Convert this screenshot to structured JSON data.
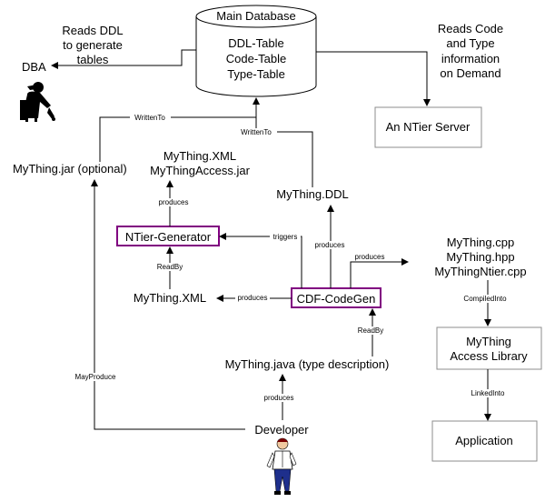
{
  "diagram": {
    "database": {
      "title": "Main Database",
      "tables": [
        "DDL-Table",
        "Code-Table",
        "Type-Table"
      ]
    },
    "dba": {
      "label": "DBA",
      "note_lines": [
        "Reads DDL",
        "to generate",
        "tables"
      ]
    },
    "server": {
      "label": "An NTier Server",
      "note_lines": [
        "Reads Code",
        "and Type",
        "information",
        "on Demand"
      ]
    },
    "nodes": {
      "jar": "MyThing.jar (optional)",
      "generator_outputs": [
        "MyThing.XML",
        "MyThingAccess.jar"
      ],
      "ddl": "MyThing.DDL",
      "ntier_generator": "NTier-Generator",
      "cpp_outputs": [
        "MyThing.cpp",
        "MyThing.hpp",
        "MyThingNtier.cpp"
      ],
      "xml": "MyThing.XML",
      "codegen": "CDF-CodeGen",
      "access_library": [
        "MyThing",
        "Access Library"
      ],
      "java": "MyThing.java (type description)",
      "developer": "Developer",
      "application": "Application"
    },
    "edge_labels": {
      "written_to_jar": "WrittenTo",
      "written_to_ddl": "WrittenTo",
      "produces_jar": "produces",
      "triggers": "triggers",
      "produces_ddl": "produces",
      "produces_cpp": "produces",
      "read_by_xml": "ReadBy",
      "produces_xml": "produces",
      "compiled_into": "CompiledInto",
      "read_by_java": "ReadBy",
      "may_produce": "MayProduce",
      "produces_java": "produces",
      "linked_into": "LinkedInto"
    },
    "icons": {
      "dba": "dba-person-icon",
      "developer": "developer-person-icon"
    }
  }
}
